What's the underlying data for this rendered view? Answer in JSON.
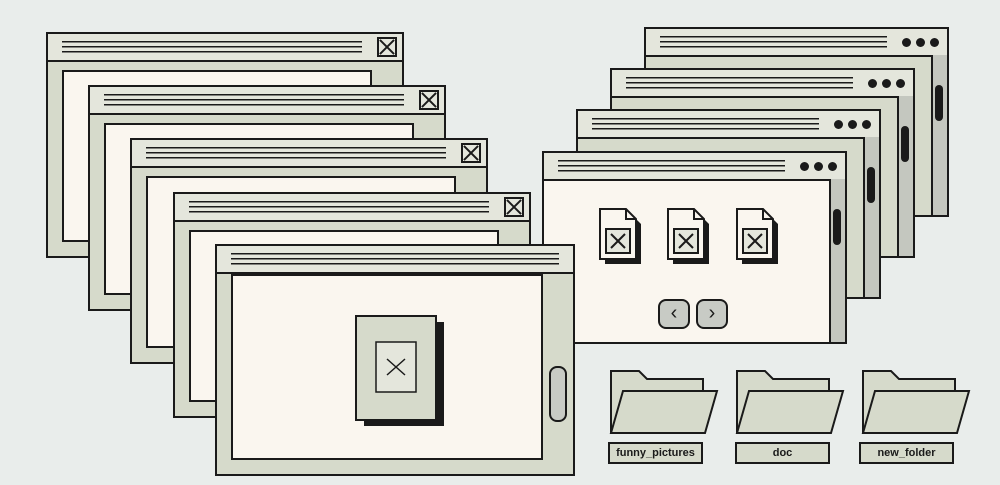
{
  "left_windows": [
    {
      "id": "window-1"
    },
    {
      "id": "window-2"
    },
    {
      "id": "window-3"
    },
    {
      "id": "window-4"
    },
    {
      "id": "window-5"
    }
  ],
  "viewer": {
    "files": [
      "file-1",
      "file-2",
      "file-3"
    ],
    "prev_label": "‹",
    "next_label": "›"
  },
  "folders": [
    {
      "label": "funny_pictures"
    },
    {
      "label": "doc"
    },
    {
      "label": "new_folder"
    }
  ],
  "stock_id": "429881175",
  "colors": {
    "background": "#e9edeb",
    "window_frame": "#d6dacb",
    "window_content": "#faf6ef",
    "outline": "#1a1a1a"
  }
}
